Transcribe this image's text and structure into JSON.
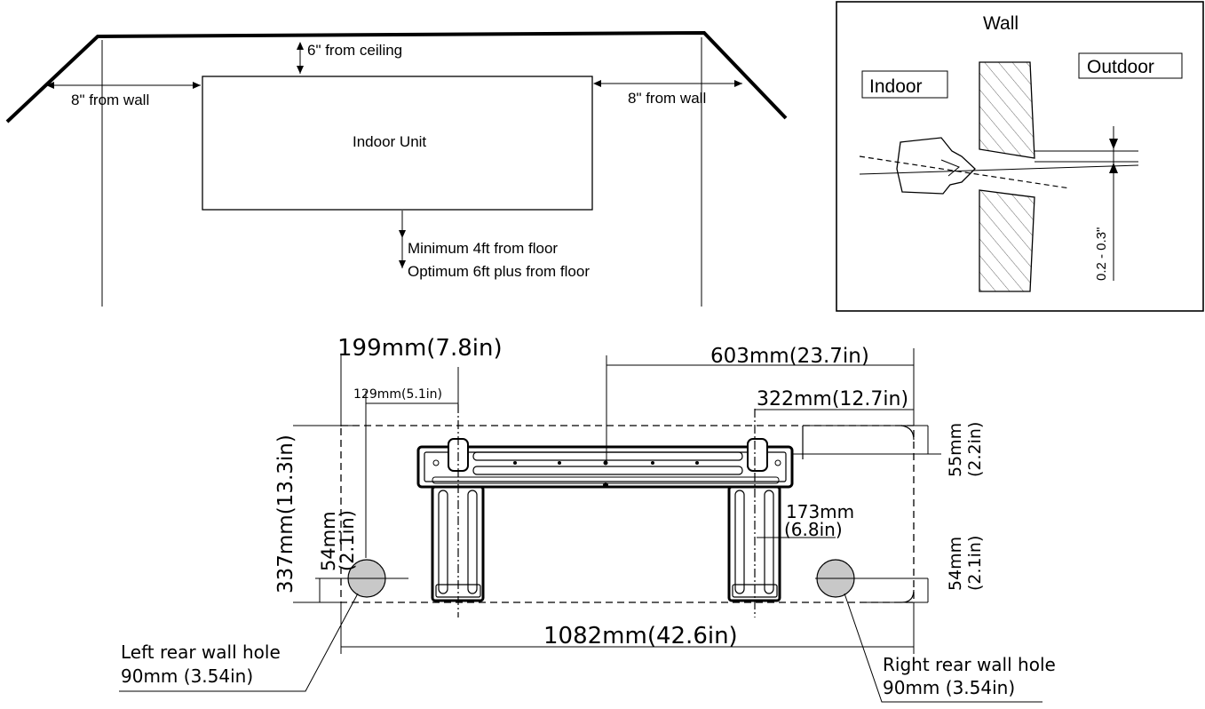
{
  "colors": {
    "line": "#000000",
    "hole_fill": "#c8c8c8",
    "background": "#ffffff"
  },
  "clearance": {
    "ceiling": "6\" from ceiling",
    "left_wall": "8\" from wall",
    "right_wall": "8\" from wall",
    "unit_label": "Indoor Unit",
    "floor_min": "Minimum 4ft from floor",
    "floor_opt": "Optimum 6ft plus from floor"
  },
  "wall_section": {
    "wall": "Wall",
    "indoor": "Indoor",
    "outdoor": "Outdoor",
    "slope": "0.2 - 0.3\""
  },
  "plate": {
    "dim_199": "199mm(7.8in)",
    "dim_603": "603mm(23.7in)",
    "dim_129": "129mm(5.1in)",
    "dim_322": "322mm(12.7in)",
    "dim_337": "337mm(13.3in)",
    "dim_54_left_a": "54mm",
    "dim_54_left_b": "(2.1in)",
    "dim_173_a": "173mm",
    "dim_173_b": "(6.8in)",
    "dim_55_a": "55mm",
    "dim_55_b": "(2.2in)",
    "dim_54_right_a": "54mm",
    "dim_54_right_b": "(2.1in)",
    "dim_1082": "1082mm(42.6in)",
    "left_hole_a": "Left rear wall hole",
    "left_hole_b": "90mm  (3.54in)",
    "right_hole_a": "Right rear wall hole",
    "right_hole_b": "90mm (3.54in)"
  }
}
